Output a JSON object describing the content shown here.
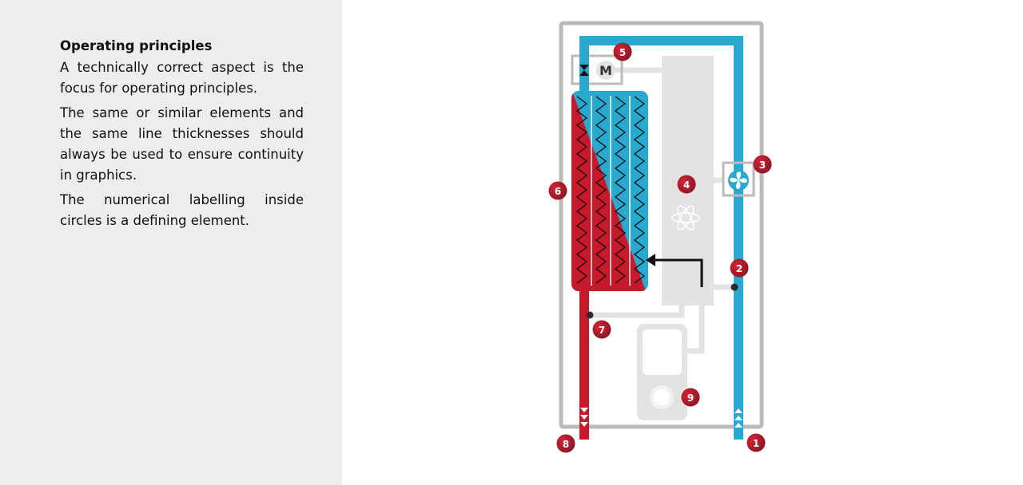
{
  "sidebar": {
    "heading": "Operating principles",
    "paragraphs": [
      "A technically correct aspect is the focus for operating principles.",
      "The same or similar elements and the same line thicknesses should always be used to ensure continuity in graphics.",
      "The numerical labelling inside circles is a defining element."
    ]
  },
  "diagram": {
    "motor_label": "M",
    "badges": [
      "1",
      "2",
      "3",
      "4",
      "5",
      "6",
      "7",
      "8",
      "9"
    ],
    "colors": {
      "cold": "#29a8d0",
      "hot": "#c8192a",
      "frame": "#bdb9b6",
      "panel": "#e4e3e2",
      "badge": "#b01c2c"
    }
  }
}
